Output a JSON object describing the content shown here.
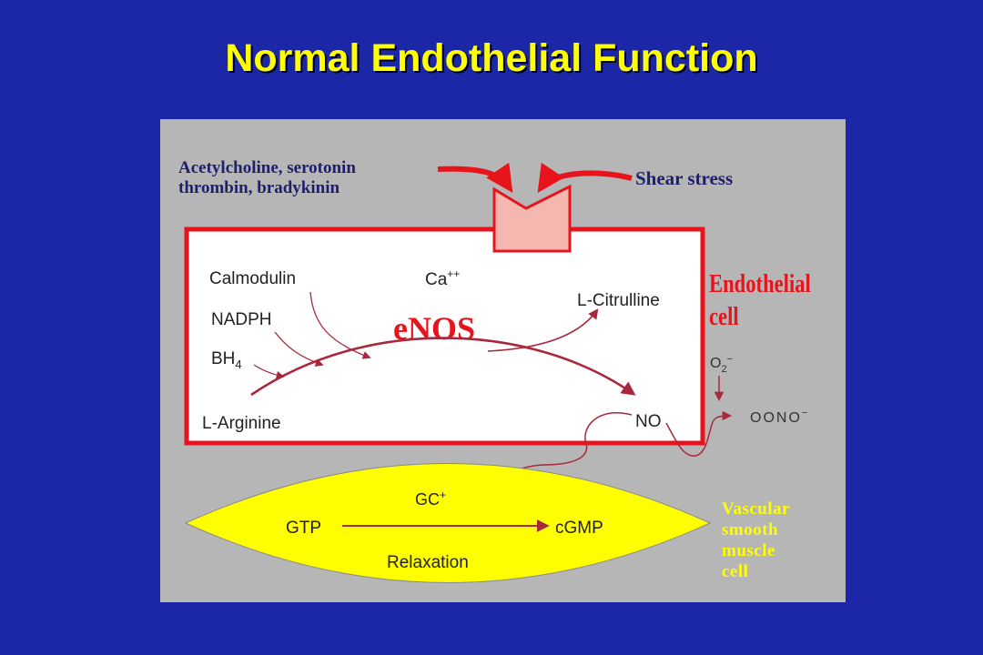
{
  "slide": {
    "title": "Normal Endothelial Function"
  },
  "diagram": {
    "agonists_line1": "Acetylcholine, serotonin",
    "agonists_line2": "thrombin, bradykinin",
    "shear_stress": "Shear stress",
    "endothelial_label_line1": "Endothelial",
    "endothelial_label_line2": "cell",
    "calmodulin": "Calmodulin",
    "calcium": "Ca",
    "calcium_charge": "++",
    "nadph": "NADPH",
    "bh4": "BH",
    "bh4_subscript": "4",
    "enos": "eNOS",
    "citrulline": "L-Citrulline",
    "arginine": "L-Arginine",
    "no": "NO",
    "superoxide": "O",
    "superoxide_subscript": "2",
    "superoxide_charge": "−",
    "peroxynitrite": "OONO",
    "peroxynitrite_charge": "−",
    "gc": "GC",
    "gc_charge": "+",
    "gtp": "GTP",
    "cgmp": "cGMP",
    "relaxation": "Relaxation",
    "vsmc_line1": "Vascular",
    "vsmc_line2": "smooth",
    "vsmc_line3": "muscle",
    "vsmc_line4": "cell"
  },
  "colors": {
    "background": "#1b27a6",
    "title": "#ffff00",
    "panel": "#b6b6b6",
    "cell_border": "#e8141c",
    "receptor": "#f4b8b0",
    "arrow_dark_red": "#a8293c",
    "smooth_muscle": "#ffff00",
    "label_navy": "#1e1e6e"
  }
}
